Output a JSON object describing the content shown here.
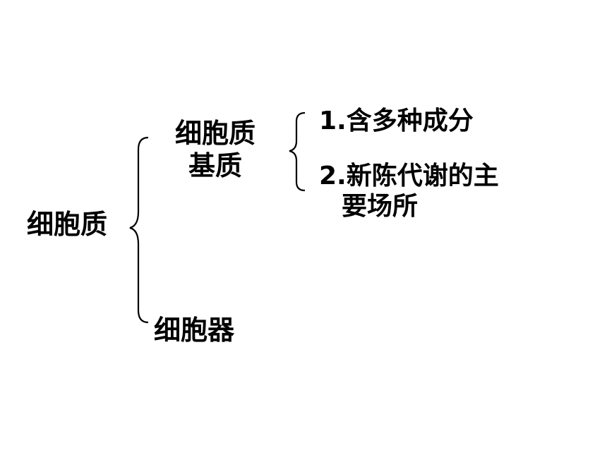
{
  "root": {
    "label": "细胞质"
  },
  "branches": {
    "matrix": {
      "line1": "细胞质",
      "line2": "基质"
    },
    "organelle": {
      "label": "细胞器"
    }
  },
  "matrix_properties": {
    "item1": "1.含多种成分",
    "item2_line1": "2.新陈代谢的主",
    "item2_line2": "要场所"
  },
  "colors": {
    "text": "#000000",
    "background": "#ffffff"
  }
}
